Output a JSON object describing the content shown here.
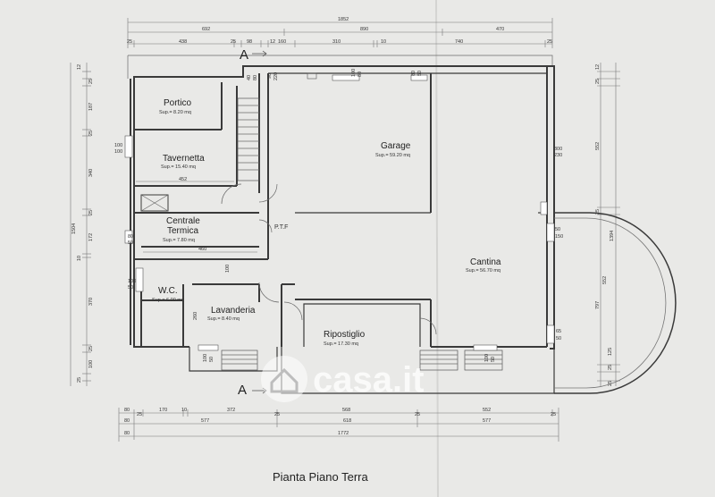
{
  "title": "Pianta Piano Terra",
  "section_marks": [
    "A",
    "A"
  ],
  "watermark": "casa.it",
  "rooms": [
    {
      "name": "Portico",
      "area": "Sup.= 8.20 mq"
    },
    {
      "name": "Tavernetta",
      "area": "Sup.= 15.40 mq"
    },
    {
      "name": "Garage",
      "area": "Sup.= 59.20 mq"
    },
    {
      "name": "Centrale\nTermica",
      "area": "Sup.= 7.80 mq"
    },
    {
      "name": "Cantina",
      "area": "Sup.= 56.70 mq"
    },
    {
      "name": "W.C.",
      "area": "Sup.= 6.00 mq"
    },
    {
      "name": "Lavanderia",
      "area": "Sup.= 8.40 mq"
    },
    {
      "name": "Ripostiglio",
      "area": "Sup.= 17.30 mq"
    }
  ],
  "labels": {
    "ptf": "P.T.F"
  },
  "dimensions": {
    "top_total": "1852",
    "top_row": [
      "692",
      "890",
      "470"
    ],
    "top_detail": [
      "25",
      "438",
      "25",
      "98",
      "12",
      "160",
      "310",
      "10",
      "740",
      "25"
    ],
    "bottom_row1": [
      "80",
      "25",
      "170",
      "10",
      "372",
      "25",
      "568",
      "25",
      "552",
      "25"
    ],
    "bottom_row2": [
      "80",
      "577",
      "618",
      "577"
    ],
    "bottom_total_left": "80",
    "bottom_total": "1772",
    "left_main": [
      "12",
      "25",
      "187",
      "25",
      "340",
      "25",
      "172",
      "10",
      "370",
      "25",
      "100",
      "25"
    ],
    "left_total": "1504",
    "right_main": [
      "12",
      "25",
      "552",
      "25",
      "797",
      "25",
      "125",
      "25"
    ],
    "right_total": "1394",
    "right_inner": "552",
    "inner": {
      "tav_width": "452",
      "ct_width": "460",
      "wc_openings": [
        "100",
        "50"
      ],
      "ct_openings": [
        "80",
        "50"
      ],
      "tav_openings": [
        "100",
        "100"
      ],
      "garage_openings": [
        "300",
        "230"
      ],
      "cantina_openings_a": [
        "50",
        "150"
      ],
      "cantina_openings_b": [
        "65",
        "50"
      ],
      "lav_height": "260",
      "lav_gap": "100",
      "stair_dims": [
        "40",
        "80",
        "90",
        "220"
      ],
      "top_openings": [
        "100",
        "80"
      ],
      "top_openings_b": [
        "80",
        "50"
      ],
      "bottom_openings": [
        "100",
        "50"
      ],
      "bottom_openings_b": [
        "100",
        "50"
      ]
    }
  }
}
